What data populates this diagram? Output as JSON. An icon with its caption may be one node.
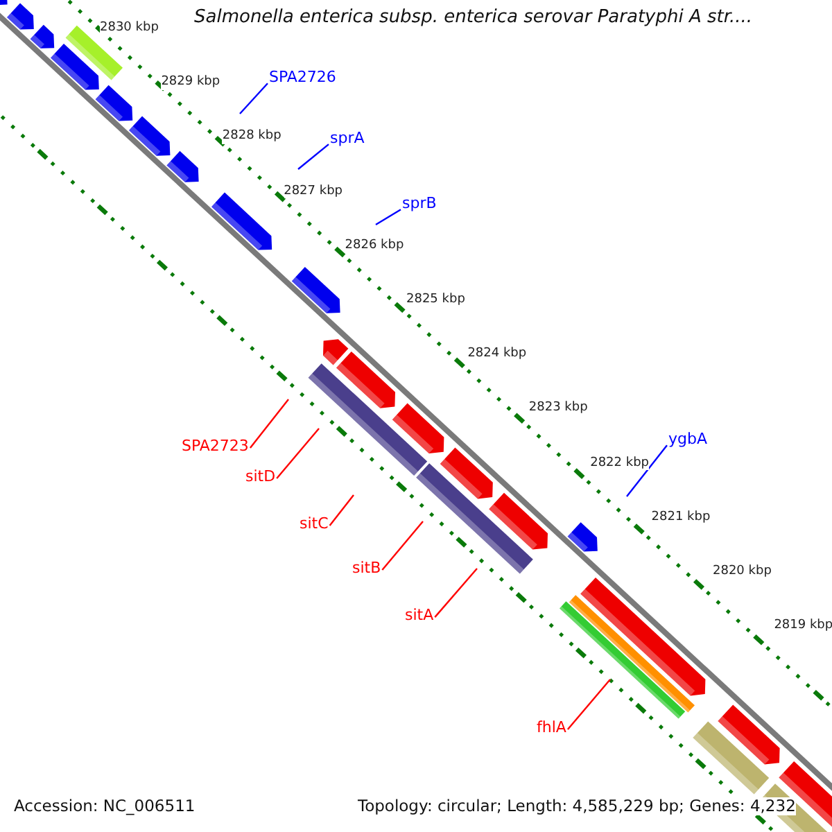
{
  "diagram": {
    "title": "Salmonella enterica subsp. enterica serovar Paratyphi A str....",
    "nodes": [
      {
        "text": [
          "SPA2726"
        ]
      },
      {
        "text": [
          "sprA"
        ]
      },
      {
        "text": [
          "sprB"
        ]
      },
      {
        "text": [
          "ygbA"
        ]
      },
      {
        "text": [
          "SPA2723"
        ]
      },
      {
        "text": [
          "sitD"
        ]
      },
      {
        "text": [
          "sitC"
        ]
      },
      {
        "text": [
          "sitB"
        ]
      },
      {
        "text": [
          "sitA"
        ]
      },
      {
        "text": [
          "fhlA"
        ]
      }
    ],
    "edges": [
      {
        "from": 0,
        "to": null,
        "arrow": "none",
        "color": "#0000ff"
      },
      {
        "from": 1,
        "to": null,
        "arrow": "none",
        "color": "#0000ff"
      },
      {
        "from": 2,
        "to": null,
        "arrow": "none",
        "color": "#0000ff"
      },
      {
        "from": 3,
        "to": null,
        "arrow": "none",
        "color": "#0000ff"
      },
      {
        "from": 4,
        "to": null,
        "arrow": "none",
        "color": "#ff0000"
      },
      {
        "from": 5,
        "to": null,
        "arrow": "none",
        "color": "#ff0000"
      },
      {
        "from": 6,
        "to": null,
        "arrow": "none",
        "color": "#ff0000"
      },
      {
        "from": 7,
        "to": null,
        "arrow": "none",
        "color": "#ff0000"
      },
      {
        "from": 8,
        "to": null,
        "arrow": "none",
        "color": "#ff0000"
      },
      {
        "from": 9,
        "to": null,
        "arrow": "none",
        "color": "#ff0000"
      }
    ],
    "labels": [
      "2830 kbp",
      "2829 kbp",
      "2828 kbp",
      "2827 kbp",
      "2826 kbp",
      "2825 kbp",
      "2824 kbp",
      "2823 kbp",
      "2822 kbp",
      "2821 kbp",
      "2820 kbp",
      "2819 kbp",
      "Accession: NC_006511",
      "Topology: circular; Length: 4,585,229 bp; Genes: 4,232"
    ]
  }
}
